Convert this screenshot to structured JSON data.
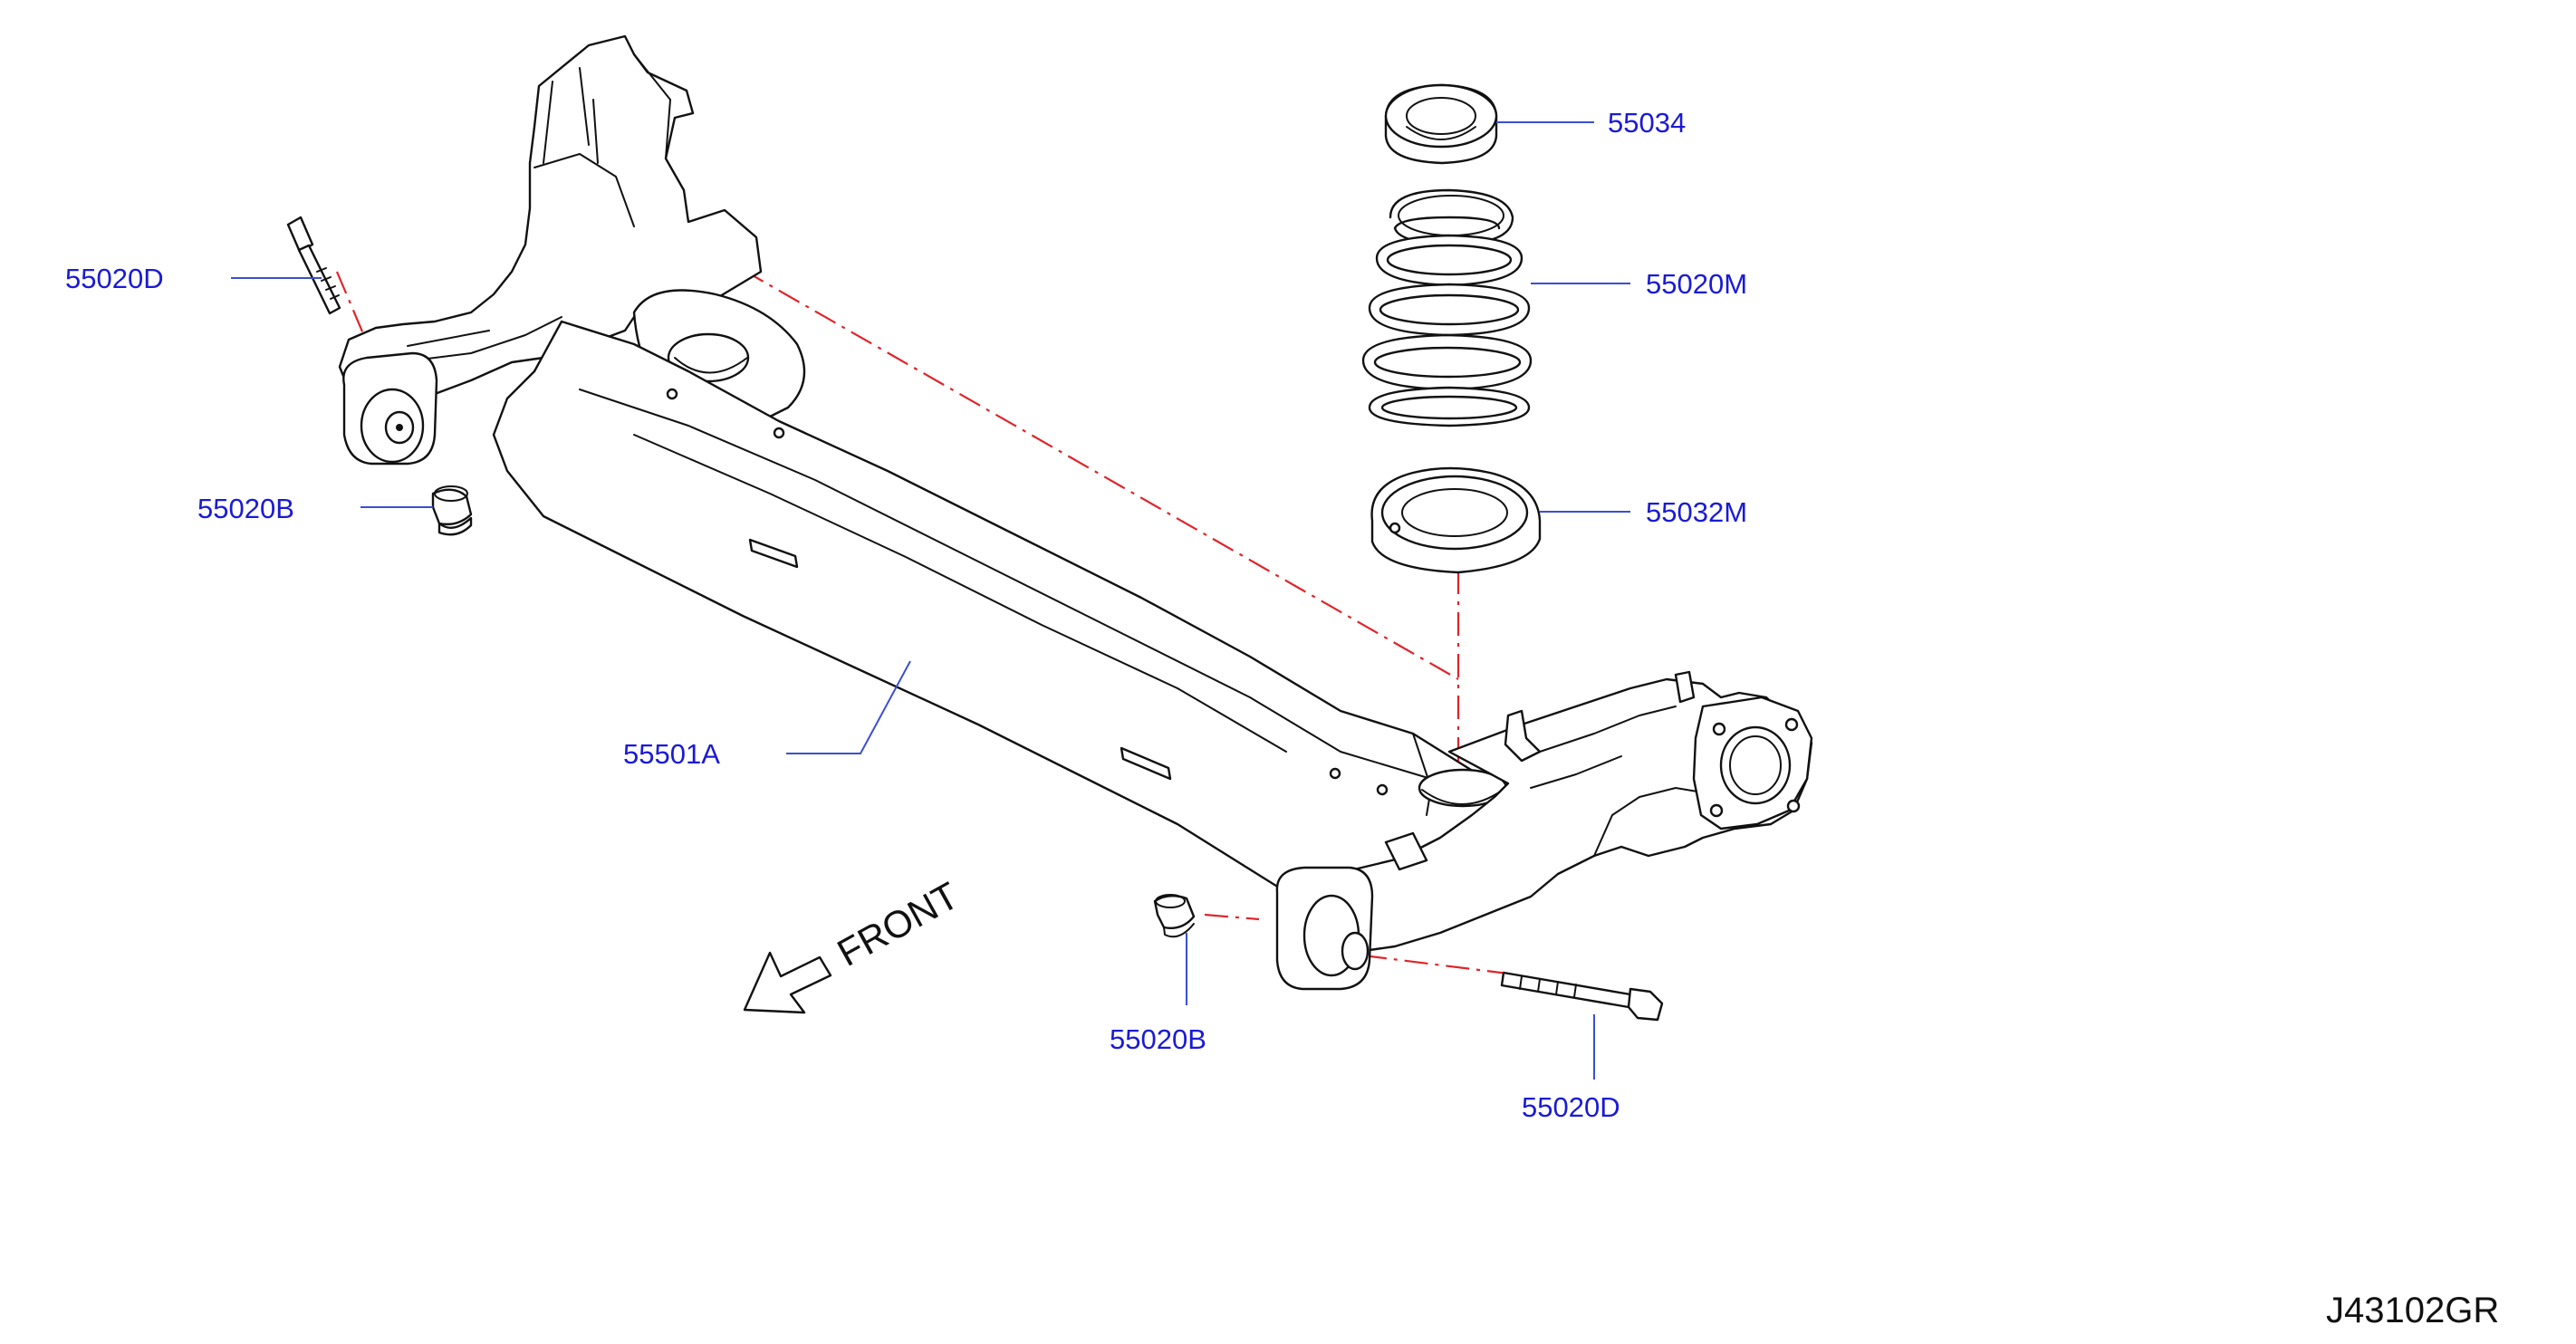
{
  "diagram": {
    "callouts": {
      "bolt_left": "55020D",
      "bolt_right": "55020D",
      "cap_left": "55020B",
      "cap_right": "55020B",
      "beam": "55501A",
      "spring_seat_upper": "55034",
      "coil_spring": "55020M",
      "spring_seat_lower": "55032M"
    },
    "front_label": "FRONT",
    "drawing_code": "J43102GR",
    "colors": {
      "callout_text": "#1a1ad6",
      "leader_line": "#3b4fd0",
      "centerline": "#e0242a",
      "outline": "#111111"
    }
  }
}
